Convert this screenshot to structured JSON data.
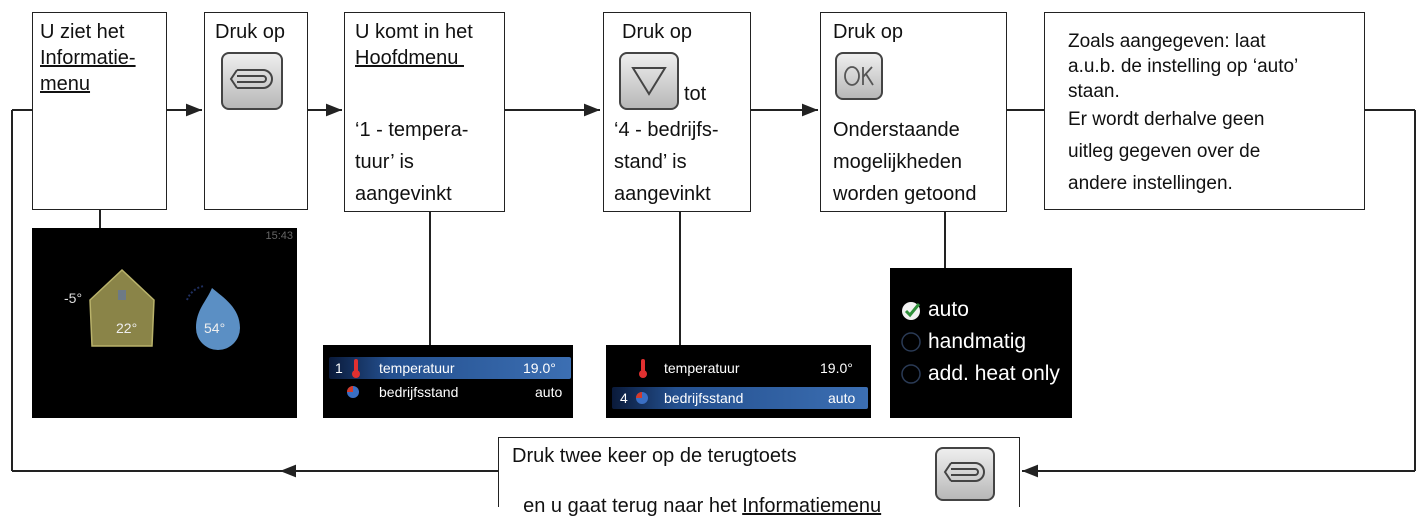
{
  "steps": [
    {
      "line1": "U ziet het",
      "line2": "Informatie-",
      "line3": "menu"
    },
    {
      "line1": "Druk op"
    },
    {
      "line1": "U komt in het",
      "line2": "Hoofdmenu ",
      "line3": "‘1 - tempera-",
      "line4": "tuur’ is",
      "line5": "aangevinkt"
    },
    {
      "line1": "Druk op",
      "line2": "tot",
      "line3": "‘4 - bedrijfs-",
      "line4": "stand’ is",
      "line5": "aangevinkt"
    },
    {
      "line1": "Druk op",
      "line2": "Onderstaande",
      "line3": "mogelijkheden",
      "line4": "worden getoond"
    },
    {
      "line1": "Zoals aangegeven: laat",
      "line2": "a.u.b. de instelling op ‘auto’",
      "line3": "staan.",
      "line4": "Er wordt derhalve geen",
      "line5": "uitleg gegeven over de",
      "line6": "andere instellingen."
    }
  ],
  "bottom_note": {
    "line1": "Druk twee keer op de terugtoets",
    "line2_prefix": "en u gaat terug naar het ",
    "line2_link": "Informatiemenu"
  },
  "screen_info": {
    "time": "15:43",
    "outdoor": "-5°",
    "indoor": "22°",
    "hot_water": "54°"
  },
  "screen_menu1": {
    "rows": [
      {
        "num": "1",
        "label": "temperatuur",
        "value": "19.0°"
      },
      {
        "num": "",
        "label": "bedrijfsstand",
        "value": "auto"
      }
    ]
  },
  "screen_menu2": {
    "rows": [
      {
        "num": "",
        "label": "temperatuur",
        "value": "19.0°"
      },
      {
        "num": "4",
        "label": "bedrijfsstand",
        "value": "auto"
      }
    ]
  },
  "screen_options": {
    "items": [
      "auto",
      "handmatig",
      "add. heat only"
    ],
    "checked": "auto"
  },
  "colors": {
    "line": "#222222",
    "selected_row": "#3c6fb3",
    "check": "#2f8f3a"
  }
}
